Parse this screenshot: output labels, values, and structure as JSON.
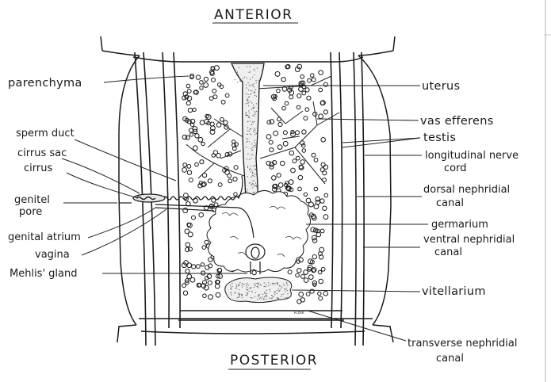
{
  "diagram": {
    "title_top": "ANTERIOR",
    "title_bottom": "POSTERIOR",
    "tiny_mark": "R.Blk",
    "labels": {
      "parenchyma": "parenchyma",
      "sperm_duct": "sperm duct",
      "cirrus_sac": "cirrus sac",
      "cirrus": "cirrus",
      "genital_pore_1": "genitel",
      "genital_pore_2": "pore",
      "genital_atrium": "genital atrium",
      "vagina": "vagina",
      "mehlis_gland": "Mehlis' gland",
      "uterus": "uterus",
      "vas_efferens": "vas efferens",
      "testis": "testis",
      "nerve_cord_1": "longitudinal nerve",
      "nerve_cord_2": "cord",
      "dorsal_canal_1": "dorsal nephridial",
      "dorsal_canal_2": "canal",
      "germarium": "germarium",
      "ventral_canal_1": "ventral nephridial",
      "ventral_canal_2": "canal",
      "vitellarium": "vitellarium",
      "transverse_canal_1": "transverse nephridial",
      "transverse_canal_2": "canal"
    }
  }
}
